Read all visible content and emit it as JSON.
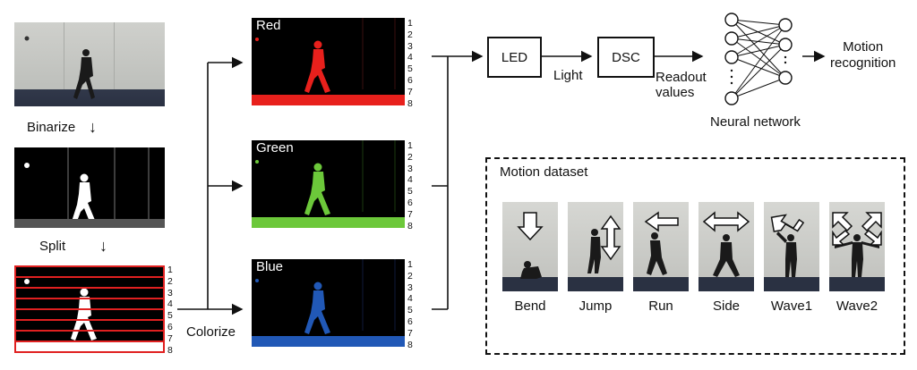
{
  "pipeline": {
    "binarize_label": "Binarize",
    "split_label": "Split",
    "colorize_label": "Colorize",
    "row_numbers": [
      "1",
      "2",
      "3",
      "4",
      "5",
      "6",
      "7",
      "8"
    ],
    "channels": [
      {
        "name": "Red",
        "color": "#e8201c"
      },
      {
        "name": "Green",
        "color": "#6cc83a"
      },
      {
        "name": "Blue",
        "color": "#2158b6"
      }
    ],
    "split_frame_color": "#e02020"
  },
  "flow": {
    "led_label": "LED",
    "light_label": "Light",
    "dsc_label": "DSC",
    "readout_line1": "Readout",
    "readout_line2": "values",
    "network_label": "Neural network",
    "output_line1": "Motion",
    "output_line2": "recognition"
  },
  "dataset": {
    "title": "Motion dataset",
    "motions": [
      {
        "label": "Bend",
        "arrow": "down-arrow-icon"
      },
      {
        "label": "Jump",
        "arrow": "up-down-arrow-icon"
      },
      {
        "label": "Run",
        "arrow": "left-arrow-icon"
      },
      {
        "label": "Side",
        "arrow": "left-right-arrow-icon"
      },
      {
        "label": "Wave1",
        "arrow": "diagonal-arrow-icon"
      },
      {
        "label": "Wave2",
        "arrow": "double-diagonal-arrow-icon"
      }
    ]
  }
}
